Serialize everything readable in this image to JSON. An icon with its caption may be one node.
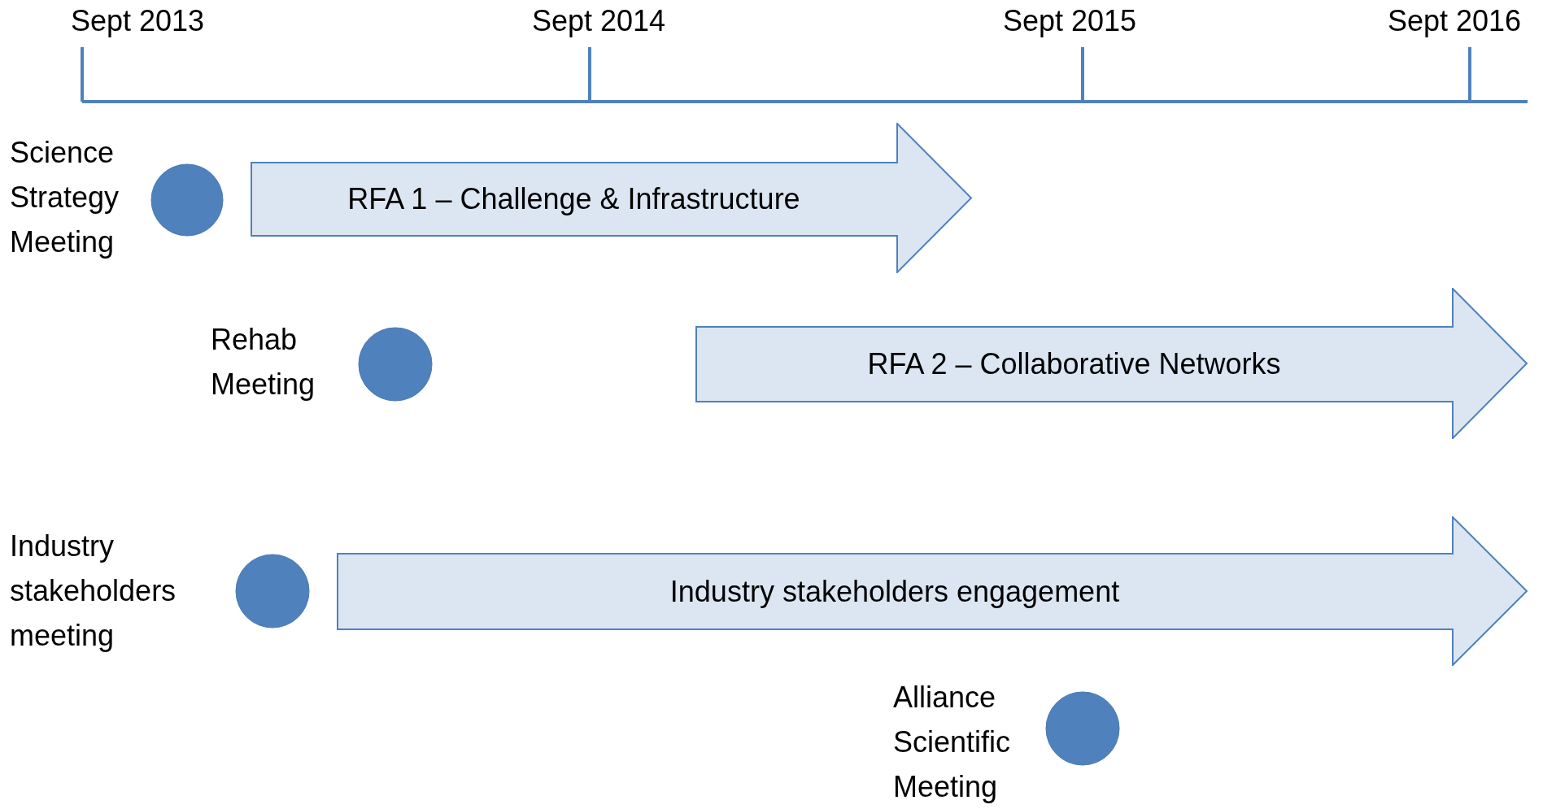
{
  "diagram": {
    "nodes": [
      {
        "text": [],
        "shape": "circle",
        "beside": [
          "Science Strategy Meeting"
        ]
      },
      {
        "text": [
          "RFA 1 – Challenge & Infrastructure"
        ]
      },
      {
        "text": [],
        "shape": "circle",
        "beside": [
          "Rehab Meeting"
        ]
      },
      {
        "text": [
          "RFA 2 – Collaborative Networks"
        ]
      },
      {
        "text": [],
        "shape": "circle",
        "beside": [
          "Industry stakeholders meeting"
        ]
      },
      {
        "text": [
          "Industry stakeholders engagement"
        ]
      },
      {
        "text": [],
        "shape": "circle",
        "beside": [
          "Alliance Scientific Meeting"
        ]
      }
    ],
    "labels": [
      "Sept 2013",
      "Sept 2014",
      "Sept 2015",
      "Sept 2016"
    ]
  }
}
